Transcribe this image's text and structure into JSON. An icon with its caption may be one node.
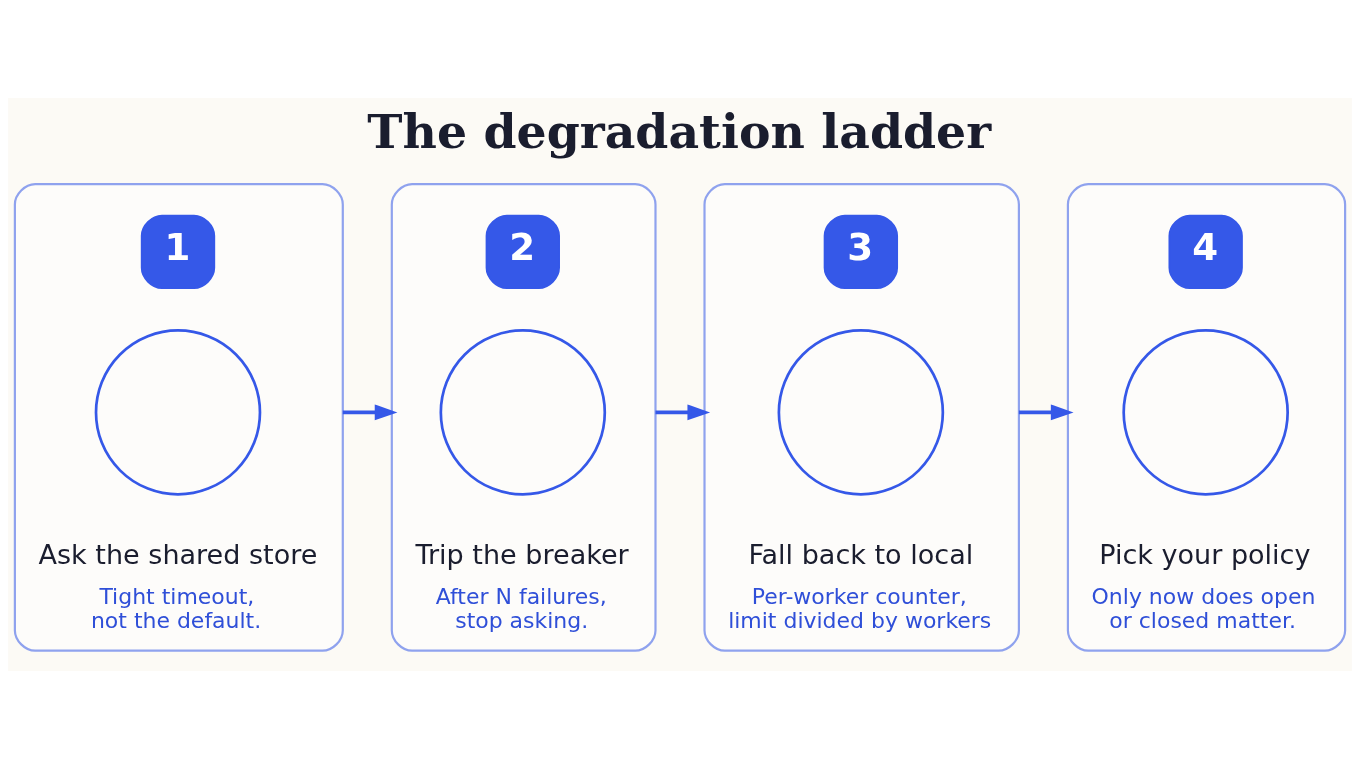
{
  "diagram": {
    "title": "The degradation ladder",
    "nodes": [
      {
        "text": [
          "Ask the shared store",
          "Tight timeout, not the default."
        ]
      },
      {
        "text": [
          "1"
        ],
        "in": 0
      },
      {
        "text": [],
        "shape": "circle",
        "in": 0
      },
      {
        "text": [
          "Trip the breaker",
          "After N failures, stop asking."
        ]
      },
      {
        "text": [
          "2"
        ],
        "in": 3
      },
      {
        "text": [],
        "shape": "circle",
        "in": 3
      },
      {
        "text": [
          "Fall back to local",
          "Per-worker counter, limit divided by workers"
        ]
      },
      {
        "text": [
          "3"
        ],
        "in": 6
      },
      {
        "text": [],
        "shape": "circle",
        "in": 6
      },
      {
        "text": [
          "Pick your policy",
          "Only now does open or closed matter."
        ]
      },
      {
        "text": [
          "4"
        ],
        "in": 9
      },
      {
        "text": [],
        "shape": "circle",
        "in": 9
      }
    ],
    "edges": [
      {
        "from": 0,
        "to": 3,
        "arrow": "to"
      },
      {
        "from": 3,
        "to": 6,
        "arrow": "to"
      },
      {
        "from": 6,
        "to": 9,
        "arrow": "to"
      }
    ]
  }
}
